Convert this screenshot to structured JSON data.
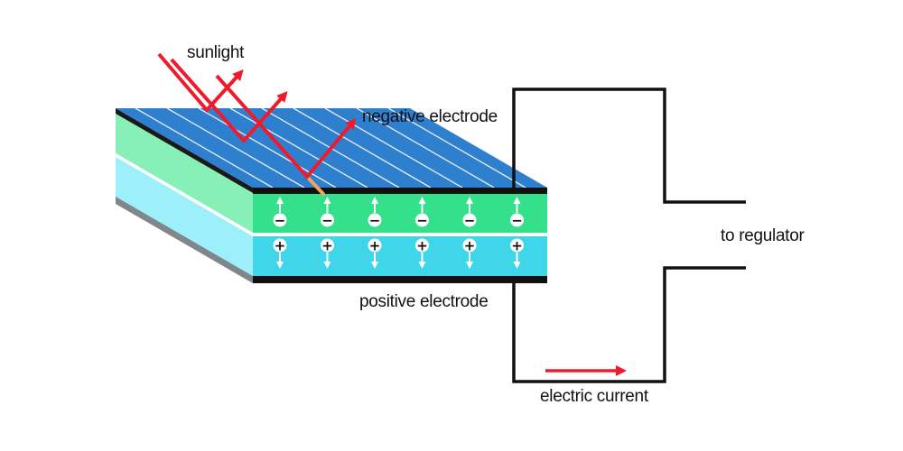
{
  "labels": {
    "sunlight": "sunlight",
    "negative_electrode": "negative electrode",
    "positive_electrode": "positive electrode",
    "to_regulator": "to regulator",
    "electric_current": "electric current"
  },
  "charges": {
    "negative_sign": "−",
    "positive_sign": "+",
    "columns": 6
  },
  "colors": {
    "top_surface": "#2f7fcf",
    "grid_lines": "#e6eef8",
    "n_layer": "#34e08a",
    "p_layer": "#40d6ea",
    "n_side": "#86f0b6",
    "p_side": "#9df0f9",
    "electrode": "#111111",
    "circuit_wire": "#111111",
    "sunlight_arrows": "#ef1b2d",
    "current_arrow": "#ef1b2d",
    "photon_hit": "#f2a55a"
  }
}
